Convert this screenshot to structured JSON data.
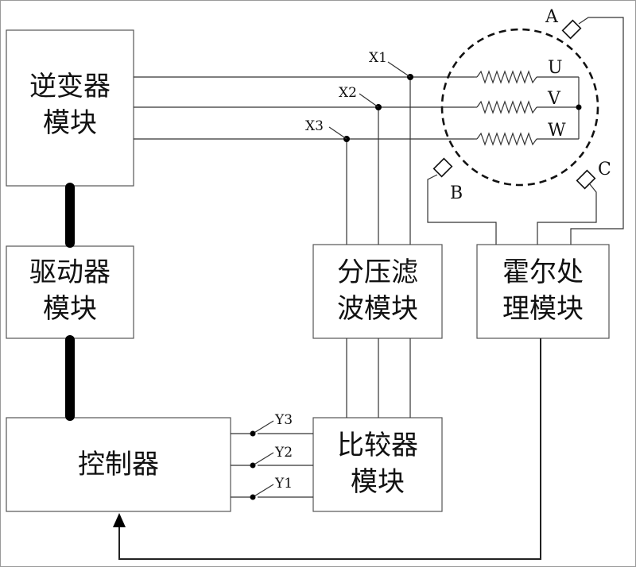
{
  "blocks": {
    "inverter": [
      "逆变器",
      "模块"
    ],
    "driver": [
      "驱动器",
      "模块"
    ],
    "controller": [
      "控制器"
    ],
    "divider_filter": [
      "分压滤",
      "波模块"
    ],
    "hall_processing": [
      "霍尔处",
      "理模块"
    ],
    "comparator": [
      "比较器",
      "模块"
    ]
  },
  "motor": {
    "windings": [
      "U",
      "V",
      "W"
    ],
    "hall_sensors": [
      "A",
      "B",
      "C"
    ]
  },
  "switches": {
    "x": [
      "X1",
      "X2",
      "X3"
    ],
    "y": [
      "Y3",
      "Y2",
      "Y1"
    ]
  }
}
